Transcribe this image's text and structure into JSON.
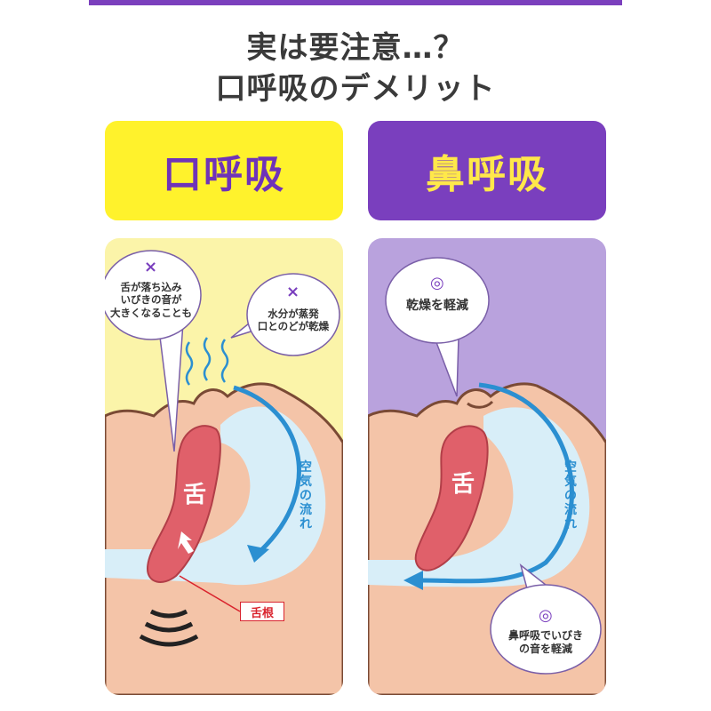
{
  "header": {
    "title_line1": "実は要注意…？",
    "title_line2": "口呼吸のデメリット"
  },
  "left": {
    "label": "口呼吸",
    "bubble_snore": {
      "mark": "×",
      "text": "舌が落ち込み\nいびきの音が\n大きくなることも"
    },
    "bubble_dry": {
      "mark": "×",
      "text": "水分が蒸発\n口とのどが乾燥"
    },
    "tongue": "舌",
    "airflow": "空気の流れ",
    "tongue_root": "舌根"
  },
  "right": {
    "label": "鼻呼吸",
    "bubble_dry": {
      "mark": "◎",
      "text": "乾燥を軽減"
    },
    "bubble_snore": {
      "mark": "◎",
      "text": "鼻呼吸でいびき\nの音を軽減"
    },
    "tongue": "舌",
    "airflow": "空気の流れ"
  },
  "colors": {
    "purple": "#7a3fbe",
    "yellow": "#fff22c",
    "left_panel_bg": "#fbf4a9",
    "right_panel_bg": "#b9a2dd",
    "skin": "#f4c4a8",
    "tongue": "#e0606a",
    "airway": "#d8eef8",
    "airflow_arrow": "#2b8fd1",
    "root_red": "#d9232d"
  }
}
